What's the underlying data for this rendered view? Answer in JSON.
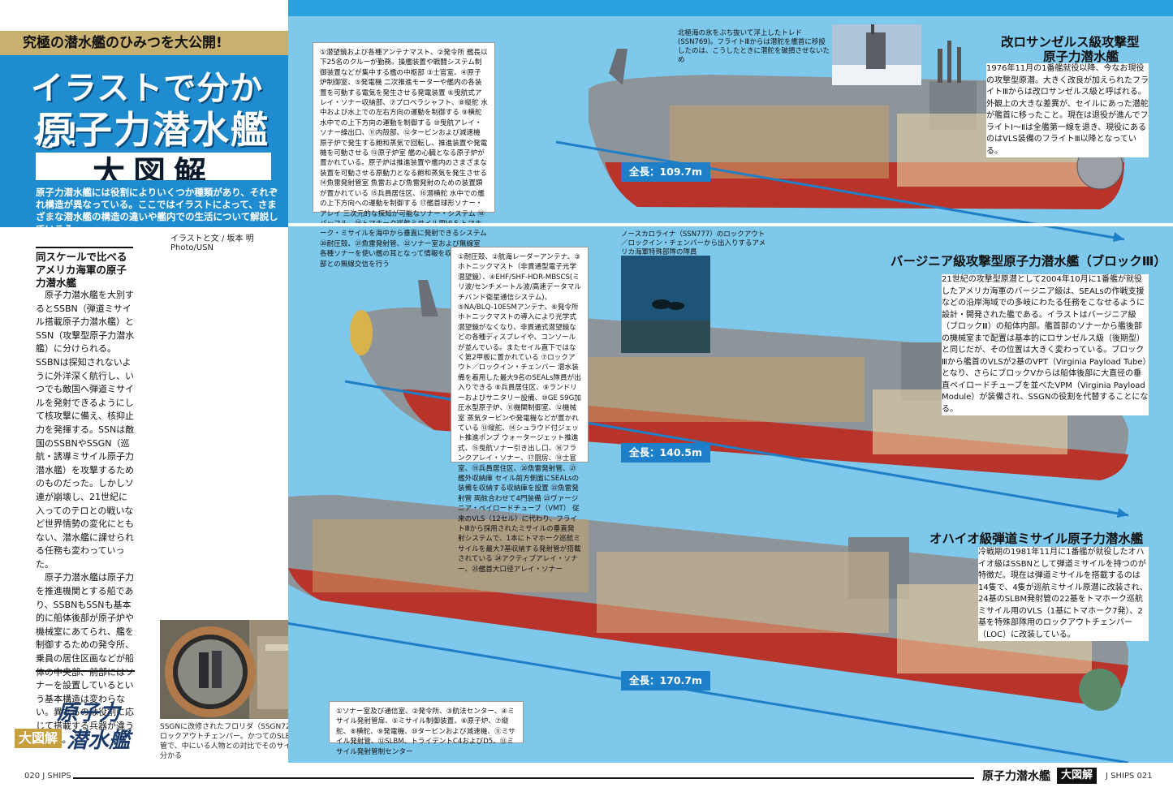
{
  "header": {
    "teaser": "究極の潜水艦のひみつを大公開!",
    "title_line1": "イラストで分かる!",
    "title_line2": "原子力潜水艦",
    "title_box": "大図解",
    "lead": "原子力潜水艦には役割によりいくつか種類があり、それぞれ構造が異なっている。ここではイラストによって、さまざまな潜水艦の構造の違いや艦内での生活について解説していこう。",
    "credit": "イラストと文 / 坂本 明　Photo/USN"
  },
  "sidebar": {
    "heading": "同スケールで比べるアメリカ海軍の原子力潜水艦",
    "paragraphs": [
      "原子力潜水艦を大別するとSSBN（弾道ミサイル搭載原子力潜水艦）とSSN（攻撃型原子力潜水艦）に分けられる。SSBNは探知されないように外洋深く航行し、いつでも敵国へ弾道ミサイルを発射できるようにして核攻撃に備え、核抑止力を発揮する。SSNは敵国のSSBNやSSGN（巡航・誘導ミサイル原子力潜水艦）を攻撃するためのものだった。しかしソ連が崩壊し、21世紀に入ってのテロとの戦いなど世界情勢の変化にともない、潜水艦に課せられる任務も変わっていった。",
      "原子力潜水艦は原子力を推進機関とする船であり、SSBNもSSNも基本的に船体後部が原子炉や機械室にあてられ、艦を制御するための発令所、乗員の居住区画などが船体の中央部、前部にはソナーを設置しているという基本構造は変わらない。異なるのは役割に応じて搭載する兵器が違うことだ。"
    ]
  },
  "porthole_caption": "SSGNに改修されたフロリダ（SSGN728）のロックアウトチェンバー。かつてのSLBM発射管で、中にいる人物との対比でそのサイズ感が分かる",
  "logo": {
    "top": "原子力",
    "box": "大図解",
    "bottom": "潜水艦"
  },
  "legend_top": "①潜望鏡および各種アンテナマスト、②発令所 艦長以下25名のクルーが勤務。操艦装置や戦闘システム制御装置などが集中する艦の中枢部 ③士官室、④原子炉制御室、⑤発電機 二次推進モーターや艦内の各装置を可動する電気を発生させる発電装置 ⑥曳航式アレイ・ソナー収納部、⑦プロペラシャフト、⑧縦舵 水中および水上での左右方向の運動を制御する ⑨横舵 水中での上下方向の運動を制御する ⑩曳航アレイ・ソナー繰出口、⑪内殻部、⑫タービンおよび減速機 原子炉で発生する飽和蒸気で回転し、推進装置や発電機を可動させる ⑬原子炉室 艦の心臓となる原子炉が置かれている。原子炉は推進装置や艦内のさまざまな装置を可動させる原動力となる飽和蒸気を発生させる ⑭魚雷発射管室 魚雷および魚雷発射のための装置類が置かれている ⑮兵員居住区、⑯潜横舵 水中での艦の上下方向への運動を制御する ⑰艦首球形ソナー・アレイ 三次元的な探知が可能なソナー・システム ⑱バッフル、⑲トマホーク巡航ミサイル用VLS トマホーク・ミサイルを海中から垂直に発射できるシステム ⑳耐圧殻、㉑魚雷発射管、㉒ソナー室および無線室 各種ソナーを使い艦の耳となって情報を収集したり外部との無線交信を行う",
  "legend_mid": "①耐圧殻、②航海レーダーアンテナ、③ホトニックマスト（非貫通型電子光学潜望鏡）、④EHF/SHF-HDR-MBSCS(ミリ波/センチメートル波/高速データマルチバンド衛星通信システム)、⑤NA/BLQ-10ESMアンテナ、⑥発令所 ホトニックマストの導入により光学式潜望鏡がなくなり、非貫通式潜望鏡などの各種ディスプレイや、コンソールが並んでいる。またセイル直下ではなく第2甲板に置かれている ⑦ロックアウト／ロックイン・チェンバー 潜水装備を着用した最大9名のSEALs隊員が出入りできる ⑧兵員居住区、⑨ランドリーおよびサニタリー設備、⑩GE S9G加圧水型原子炉、⑪機関制御室、⑫機械室 蒸気タービンや発電機などが置かれている ⑬縦舵、⑭シュラウド付ジェット推進ポンプ ウォータージェット推進式、⑮曳航ソナー引き出し口、⑯フランクアレイ・ソナー、⑰厨房、⑱士官室、⑲兵員居住区、⑳魚雷発射管、㉑艦外収納庫 セイル前方側面にSEALsの装備を収納する収納庫を設置 ㉒魚雷発射管 両舷合わせて4門装備 ㉓ヴァージニア・ペイロードチューブ（VMT） 従来のVLS（12セル）に代わり、フライトⅢから採用されたミサイルの垂直発射システムで、1本にトマホーク巡航ミサイルを最大7基収納する発射管が搭載されている ㉔アクティブアレイ・ソナー、㉕艦首大口径アレイ・ソナー",
  "legend_bot": "①ソナー室及び通信室、②発令所、③航法センター、④ミサイル発射管扉、⑤ミサイル制御装置、⑥原子炉、⑦縦舵、⑧横舵、⑨発電機、⑩タービンおよび減速機、⑪ミサイル発射管、⑫SLBM、トライデントC4およびD5、⑬ミサイル発射管制センター",
  "subs": {
    "los_angeles": {
      "title_line1": "改ロサンゼルス級攻撃型",
      "title_line2": "原子力潜水艦",
      "text": "1976年11月の1番艦就役以降、今なお現役の攻撃型原潜。大きく改良が加えられたフライトⅢからは改ロサンゼルス級と呼ばれる。外観上の大きな差異が、セイルにあった潜舵が艦首に移ったこと。現在は退役が進んでフライトⅠ～Ⅱは全艦第一線を退き、現役にあるのはVLS装備のフライトⅢ以降となっている。",
      "length": "全長：109.7m",
      "photo_caption": "北極海の氷をぶち抜いて浮上したトレド(SSN769)。フライトⅢからは潜舵を艦首に移設したのは、こうしたときに潜舵を破損させないため"
    },
    "virginia": {
      "title": "バージニア級攻撃型原子力潜水艦（ブロックⅢ）",
      "text": "21世紀の攻撃型原潜として2004年10月に1番艦が就役したアメリカ海軍のバージニア級は、SEALsの作戦支援などの沿岸海域での多岐にわたる任務をこなせるように設計・開発された艦である。イラストはバージニア級（ブロックⅢ）の船体内部。艦首部のソナーから艦後部の機械室まで配置は基本的にロサンゼルス級（後期型）と同じだが、その位置は大きく変わっている。ブロックⅢから艦首のVLSが2基のVPT（Virginia Payload Tube）となり、さらにブロックVからは船体後部に大直径の垂直ペイロードチューブを並べたVPM（Virginia Payload Module）が装備され、SSGNの役割を代替することになる。",
      "length": "全長：140.5m",
      "photo_caption": "ノースカロライナ（SSN777）のロックアウト／ロックイン・チェンバーから出入りするアメリカ海軍特殊部隊の隊員"
    },
    "ohio": {
      "title": "オハイオ級弾道ミサイル原子力潜水艦",
      "text": "冷戦期の1981年11月に1番艦が就役したオハイオ級はSSBNとして弾道ミサイルを持つのが特徴だ。現在は弾道ミサイルを搭載するのは14隻で、4隻が巡航ミサイル原潜に改装され、24基のSLBM発射管の22基をトマホーク巡航ミサイル用のVLS（1基にトマホーク7発）、2基を特殊部隊用のロックアウトチェンバー（LOC）に改装している。",
      "length": "全長：170.7m"
    }
  },
  "footer": {
    "left": "020 J SHIPS",
    "title": "原子力潜水艦",
    "badge": "大図解",
    "right": "J SHIPS 021"
  },
  "colors": {
    "hero_blue": "#1f8ccf",
    "art_sky": "#7ec8ec",
    "hull_gray": "#8d949a",
    "hull_red": "#b8332a",
    "callout_yellow": "#f2d94a",
    "length_blue": "#1d7fc7"
  }
}
